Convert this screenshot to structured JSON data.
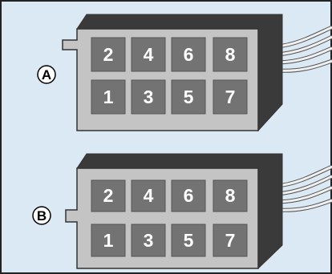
{
  "colors": {
    "background": "#dbe9f5",
    "border": "#222222",
    "housing": "#c4c4c4",
    "housing_outline": "#333333",
    "housing_dark": "#3a3a3a",
    "pin": "#737373",
    "pin_text": "#ffffff",
    "wire": "#f0f0f0"
  },
  "connectors": [
    {
      "label": "A",
      "top_row": [
        "2",
        "4",
        "6",
        "8"
      ],
      "bottom_row": [
        "1",
        "3",
        "5",
        "7"
      ]
    },
    {
      "label": "B",
      "top_row": [
        "2",
        "4",
        "6",
        "8"
      ],
      "bottom_row": [
        "1",
        "3",
        "5",
        "7"
      ]
    }
  ]
}
